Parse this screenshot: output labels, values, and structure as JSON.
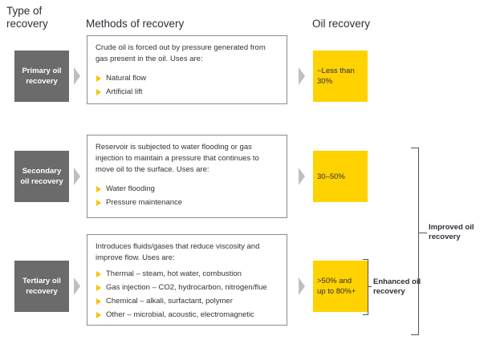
{
  "headers": {
    "type": "Type of\nrecovery",
    "methods": "Methods of recovery",
    "oil": "Oil recovery"
  },
  "rows": [
    {
      "type": "Primary oil recovery",
      "description": "Crude oil is forced out by pressure generated from gas present in the oil. Uses are:",
      "uses": [
        "Natural flow",
        "Artificial lift"
      ],
      "oil_recovery": "~Less than 30%"
    },
    {
      "type": "Secondary oil recovery",
      "description": "Reservoir is subjected to water flooding or gas injection to maintain a pressure that continues to move oil to the surface. Uses are:",
      "uses": [
        "Water flooding",
        "Pressure maintenance"
      ],
      "oil_recovery": "30–50%"
    },
    {
      "type": "Tertiary oil recovery",
      "description": "Introduces fluids/gases that reduce viscosity and improve flow. Uses are:",
      "uses": [
        "Thermal – steam, hot water, combustion",
        "Gas injection – CO2, hydrocarbon, nitrogen/flue",
        "Chemical – alkali, surfactant, polymer",
        "Other – microbial, acoustic, electromagnetic"
      ],
      "oil_recovery": ">50% and up to 80%+"
    }
  ],
  "brackets": {
    "enhanced": "Enhanced oil recovery",
    "improved": "Improved oil recovery"
  },
  "colors": {
    "type_box": "#6b6b6b",
    "oil_box": "#ffd200",
    "bullet": "#f5c400",
    "arrow": "#bfbfbf"
  }
}
